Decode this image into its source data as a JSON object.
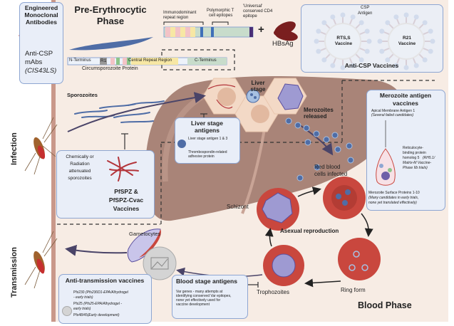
{
  "sides": {
    "infection": "Infection",
    "transmission": "Transmission"
  },
  "mab_box": {
    "title_lines": [
      "Engineered",
      "Monoclonal",
      "Antibodies"
    ],
    "label_lines": [
      "Anti-CSP",
      "mAbs"
    ],
    "label_italic": "(CIS43LS)",
    "icon": "antibody-icon"
  },
  "pre_erythrocytic": {
    "title_line1": "Pre-Erythrocytic",
    "title_line2": "Phase",
    "csp_bar": {
      "n_terminus": "N-Terminus",
      "r1": "R1",
      "central": "Central Repeat Region",
      "c_terminus": "C-Terminus",
      "caption": "Circumsporozoite Protein"
    },
    "construct": {
      "label_immunodominant_1": "Immunodominant",
      "label_immunodominant_2": "repeat region",
      "label_polymorphic_1": "Polymorphic T",
      "label_polymorphic_2": "cell epitopes",
      "label_universal_1": "'Universal'",
      "label_universal_2": "conserved CD4",
      "label_universal_3": "epitope",
      "plus": "+",
      "hbsag": "HBsAg"
    }
  },
  "anti_csp": {
    "title": "Anti-CSP Vaccines",
    "antigen_label_1": "CSP",
    "antigen_label_2": "Antigen",
    "rtss_1": "RTS,S",
    "rtss_2": "Vaccine",
    "r21_1": "R21",
    "r21_2": "Vaccine"
  },
  "liver": {
    "sporozoites": "Sporozoites",
    "liver_stage_1": "Liver",
    "liver_stage_2": "stage",
    "merozoites_1": "Merozoites",
    "merozoites_2": "released",
    "rbc_1": "Red blood",
    "rbc_2": "cells infected"
  },
  "liver_antigens": {
    "title_1": "Liver stage",
    "title_2": "antigens",
    "item_1": "Liver stage antigen 1 & 3",
    "item_2a": "Thrombospondin-related",
    "item_2b": "adhesive protein"
  },
  "pfspz": {
    "desc_1": "Chemically or",
    "desc_2": "Radiation",
    "desc_3": "attenuated",
    "desc_4": "sporozoites",
    "title_1": "PfSPZ &",
    "title_2": "PfSPZ-Cvac",
    "title_3": "Vaccines"
  },
  "merozoite_box": {
    "title_1": "Merozoite antigen",
    "title_2": "vaccines",
    "ama1": "Apical Membrane Antigen 1",
    "ama1_note": "(Several failed candidates)",
    "rh5_1": "Reticulocyte-",
    "rh5_2": "binding protein",
    "rh5_3": "homolog 5",
    "rh5_note_1": "(RH5.1/",
    "rh5_note_2": "Matrix-M Vaccine-",
    "rh5_note_3": "Phase IIb trials)",
    "msp": "Merozoite Surface Proteins 1-10",
    "msp_note_1": "(Many candidates in early trials,",
    "msp_note_2": "none yet translated effectively)"
  },
  "blood_cycle": {
    "schizont": "Schizont",
    "asexual": "Asexual reproduction",
    "ring": "Ring form",
    "trophozoites": "Trophozoites",
    "gametocytes": "Gametocytes",
    "blood_phase": "Blood Phase"
  },
  "transmission_box": {
    "title": "Anti-transmission vaccines",
    "item_1": "Pfs230",
    "item_1_note": "(Pfs230D1-EPA/Alhydrogel",
    "item_1_note_2": "- early trials)",
    "item_2": "Pfs25",
    "item_2_note": "(Pfs25-EPA/Alhydrogel -",
    "item_2_note_2": "early trials)",
    "item_3": "Pfs48/45",
    "item_3_note": "(Early development)"
  },
  "blood_antigens": {
    "title": "Blood stage antigens",
    "line_1": "Var genes - many attempts at",
    "line_2": "identifying conserved Var epitopes,",
    "line_3": "none yet effectively used for",
    "line_4": "vaccine development"
  },
  "colors": {
    "background": "#f7ece4",
    "skin_edge": "#c9988a",
    "liver": "#a98478",
    "box_fill": "#e9eef8",
    "box_border": "#8ea6d2",
    "rbc": "#c9473e",
    "parasite": "#4f6da6",
    "arrow": "#4a4468"
  }
}
